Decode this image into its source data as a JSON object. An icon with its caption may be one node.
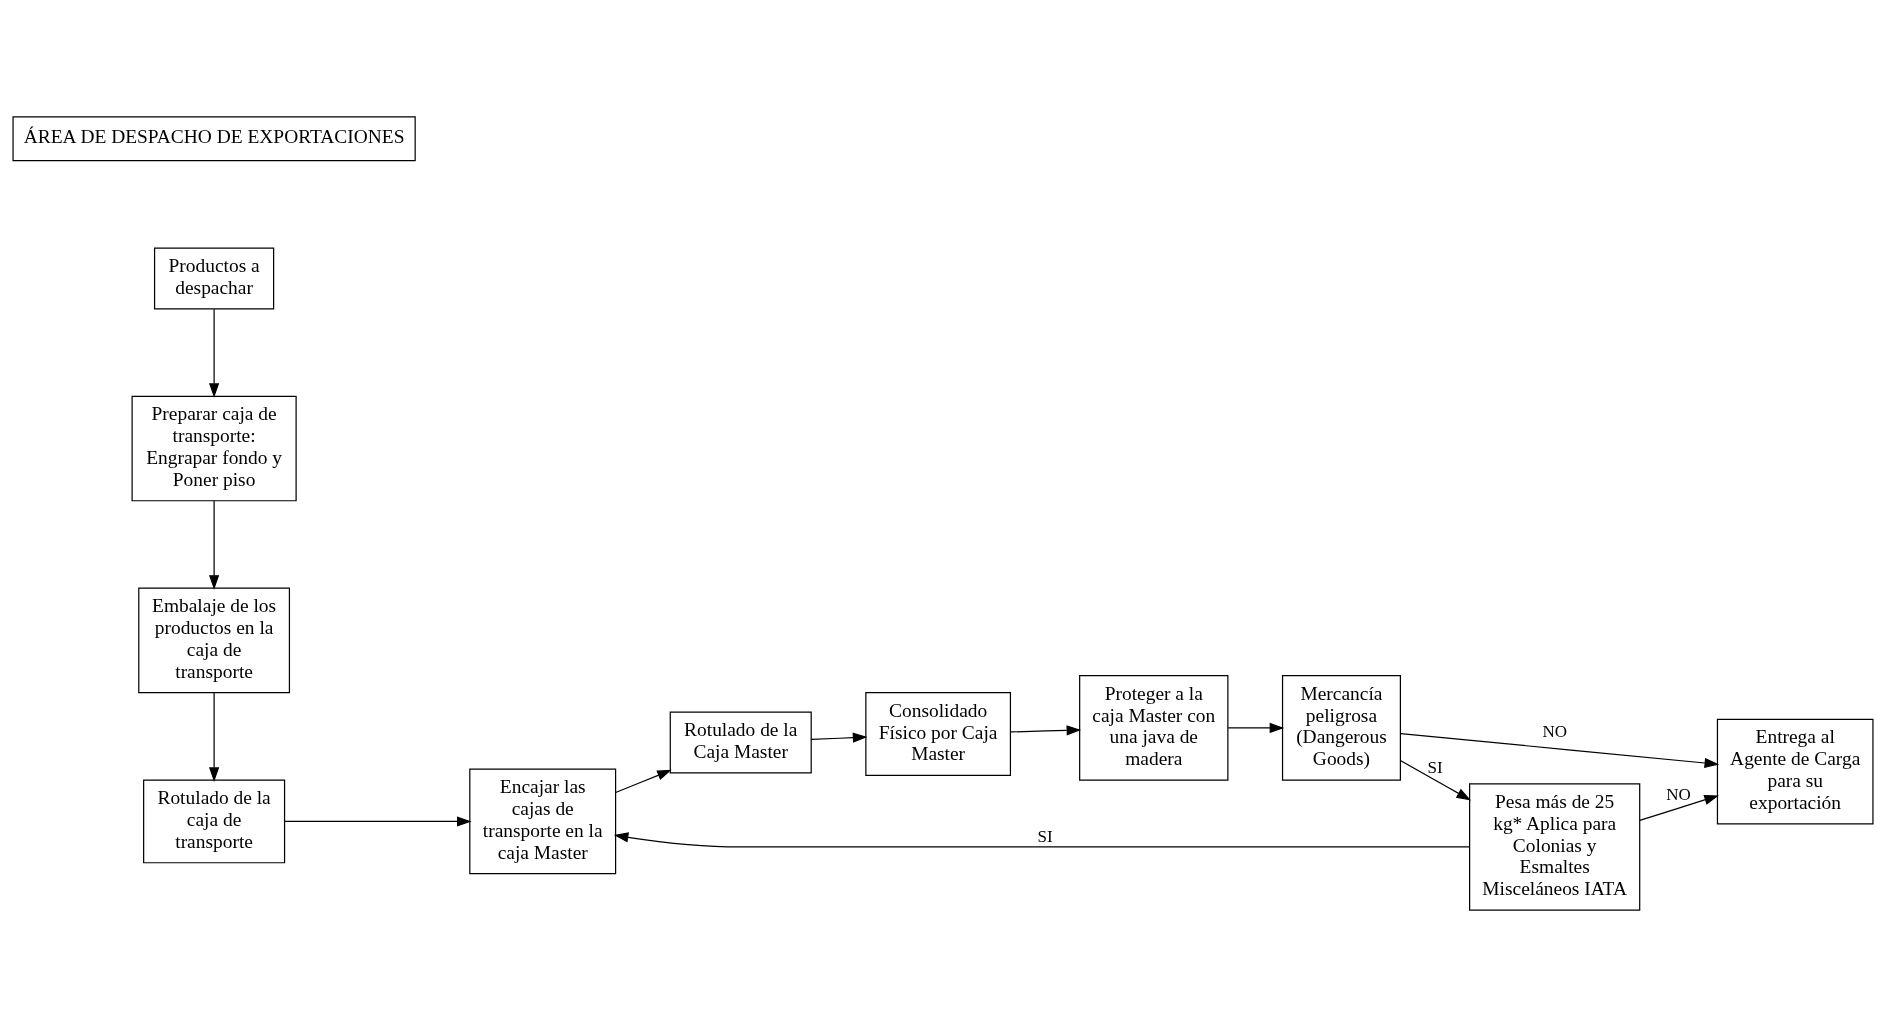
{
  "diagram": {
    "nodes": [
      {
        "text": [
          "ÁREA DE DESPACHO DE EXPORTACIONES"
        ]
      },
      {
        "text": [
          "Productos a despachar"
        ]
      },
      {
        "text": [
          "Preparar caja de transporte: Engrapar fondo y Poner piso"
        ]
      },
      {
        "text": [
          "Embalaje de los productos en la caja de transporte"
        ]
      },
      {
        "text": [
          "Rotulado de la caja de transporte"
        ]
      },
      {
        "text": [
          "Encajar las cajas de transporte en la caja Master"
        ]
      },
      {
        "text": [
          "Rotulado de la Caja Master"
        ]
      },
      {
        "text": [
          "Consolidado Físico por Caja Master"
        ]
      },
      {
        "text": [
          "Proteger a la caja Master con una java de madera"
        ]
      },
      {
        "text": [
          "Mercancía peligrosa (Dangerous Goods)"
        ]
      },
      {
        "text": [
          "Entrega al Agente de Carga para su exportación"
        ]
      },
      {
        "text": [
          "Pesa más de 25 kg* Aplica para Colonias y Esmaltes Misceláneos IATA"
        ]
      }
    ],
    "edges": [
      {
        "from": 1,
        "to": 2,
        "arrow": "to"
      },
      {
        "from": 2,
        "to": 3,
        "arrow": "to"
      },
      {
        "from": 3,
        "to": 4,
        "arrow": "to"
      },
      {
        "from": 4,
        "to": 5,
        "arrow": "to"
      },
      {
        "from": 5,
        "to": 6,
        "arrow": "to"
      },
      {
        "from": 6,
        "to": 7,
        "arrow": "to"
      },
      {
        "from": 7,
        "to": 8,
        "arrow": "to"
      },
      {
        "from": 8,
        "to": 9,
        "arrow": "to"
      },
      {
        "from": 9,
        "to": 10,
        "label": "NO",
        "arrow": "to"
      },
      {
        "from": 9,
        "to": 11,
        "label": "SI",
        "arrow": "to"
      },
      {
        "from": 11,
        "to": 5,
        "label": "SI",
        "arrow": "to"
      },
      {
        "from": 11,
        "to": 10,
        "label": "NO",
        "arrow": "to"
      }
    ]
  }
}
